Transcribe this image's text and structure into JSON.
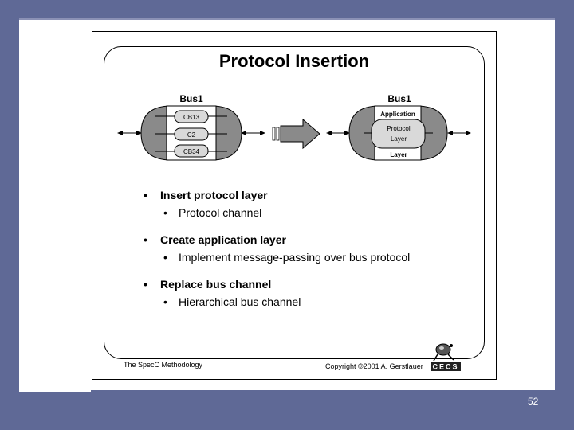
{
  "slide": {
    "title": "Protocol Insertion",
    "page_number": "52",
    "footer_left": "The SpecC Methodology",
    "footer_right": "Copyright ©2001 A. Gerstlauer",
    "logo_text": "CECS"
  },
  "diagram": {
    "left_bus": {
      "label": "Bus1",
      "channels": [
        "CB13",
        "C2",
        "CB34"
      ]
    },
    "right_bus": {
      "label": "Bus1",
      "outer_top": "Application",
      "inner_line1": "Protocol",
      "inner_line2": "Layer",
      "outer_bottom": "Layer"
    },
    "arrow_icon": "right-arrow-icon"
  },
  "bullets": [
    {
      "main": "Insert protocol layer",
      "sub": "Protocol channel"
    },
    {
      "main": "Create application layer",
      "sub": "Implement message-passing over bus protocol"
    },
    {
      "main": "Replace bus channel",
      "sub": "Hierarchical bus channel"
    }
  ],
  "colors": {
    "background": "#5f6996",
    "bus_fill": "#8a8a8a",
    "channel_fill": "#d9d9d9"
  }
}
